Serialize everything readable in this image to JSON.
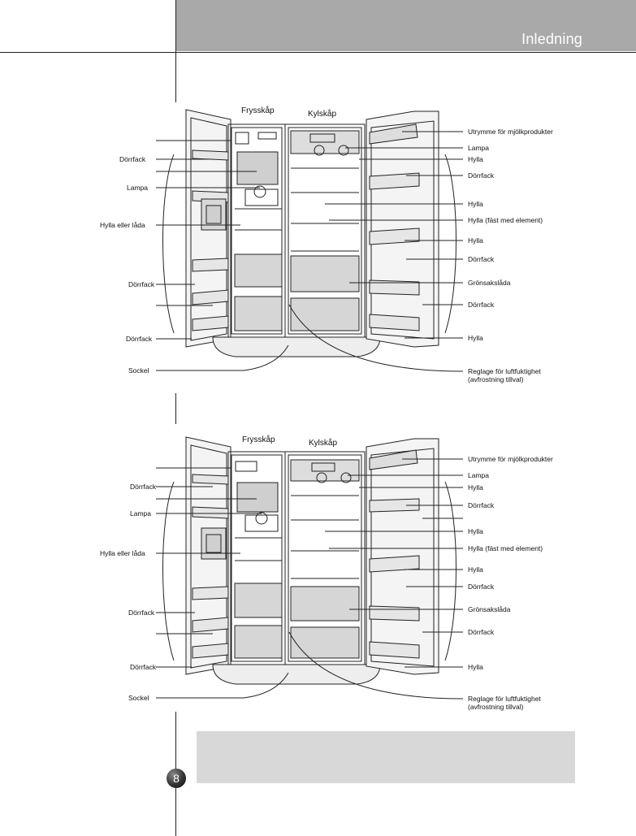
{
  "header": {
    "title": "Inledning"
  },
  "page": {
    "number": "8"
  },
  "diagram1": {
    "compartment_labels": {
      "freezer": "Frysskåp",
      "fridge": "Kylskåp"
    },
    "left_labels": [
      "",
      "Dörrfack",
      "",
      "Lampa",
      "Hylla eller låda",
      "Dörrfack",
      "",
      "Dörrfack",
      "Sockel"
    ],
    "right_labels": [
      "Utrymme för mjölkprodukter",
      "Lampa",
      "Hylla",
      "Dörrfack",
      "Hylla",
      "Hylla (fäst med element)",
      "Hylla",
      "Dörrfack",
      "Grönsakslåda",
      "Dörrfack",
      "Hylla",
      "Reglage för luftfuktighet (avfrostning tillval)"
    ]
  },
  "diagram2": {
    "compartment_labels": {
      "freezer": "Frysskåp",
      "fridge": "Kylskåp"
    },
    "left_labels": [
      "",
      "Dörrfack",
      "",
      "Lampa",
      "Hylla eller låda",
      "Dörrfack",
      "",
      "Dörrfack",
      "Sockel"
    ],
    "right_labels": [
      "Utrymme för mjölkprodukter",
      "Lampa",
      "Hylla",
      "Dörrfack",
      "",
      "Hylla",
      "Hylla (fäst med element)",
      "Hylla",
      "Dörrfack",
      "Grönsakslåda",
      "Dörrfack",
      "Hylla",
      "Reglage för luftfuktighet (avfrostning tillval)"
    ]
  }
}
